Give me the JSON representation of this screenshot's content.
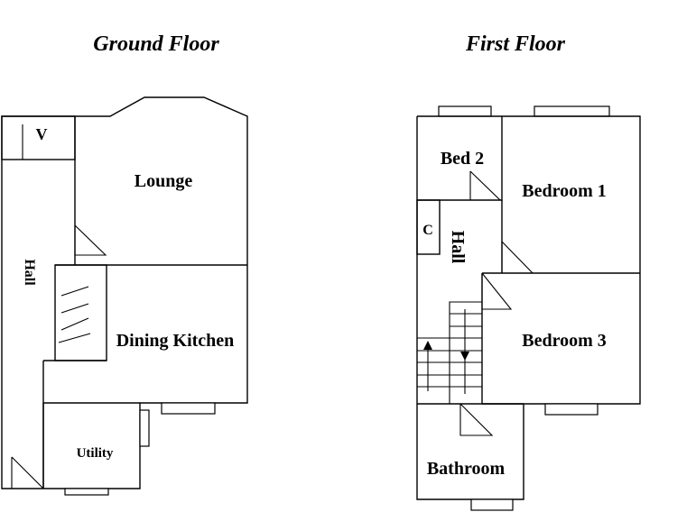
{
  "ground_floor": {
    "title": "Ground Floor",
    "rooms": {
      "lounge": "Lounge",
      "dining_kitchen": "Dining Kitchen",
      "hall": "Hall",
      "utility": "Utility",
      "meter_cupboard": "V"
    }
  },
  "first_floor": {
    "title": "First Floor",
    "rooms": {
      "bed2": "Bed 2",
      "bedroom1": "Bedroom 1",
      "hall": "Hall",
      "cupboard": "C",
      "bedroom3": "Bedroom 3",
      "bathroom": "Bathroom"
    }
  }
}
